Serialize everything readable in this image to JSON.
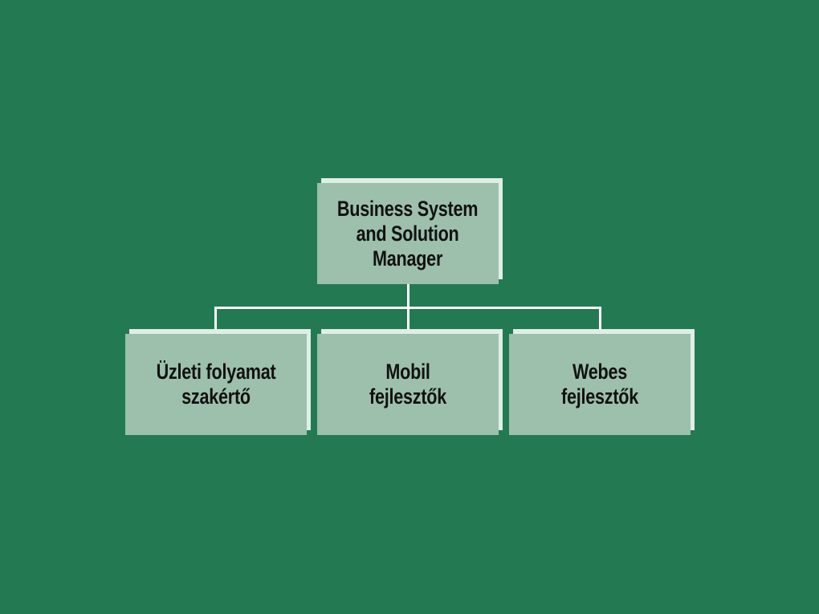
{
  "diagram": {
    "root": {
      "label": "Business System\nand Solution\nManager"
    },
    "children": [
      {
        "label": "Üzleti folyamat\nszakértő"
      },
      {
        "label": "Mobil\nfejlesztők"
      },
      {
        "label": "Webes\nfejlesztők"
      }
    ],
    "colors": {
      "background": "#237a52",
      "box": "#9cc0ac",
      "box_shadow": "#dfeee6",
      "connector": "#ffffff",
      "text": "#111111"
    }
  }
}
